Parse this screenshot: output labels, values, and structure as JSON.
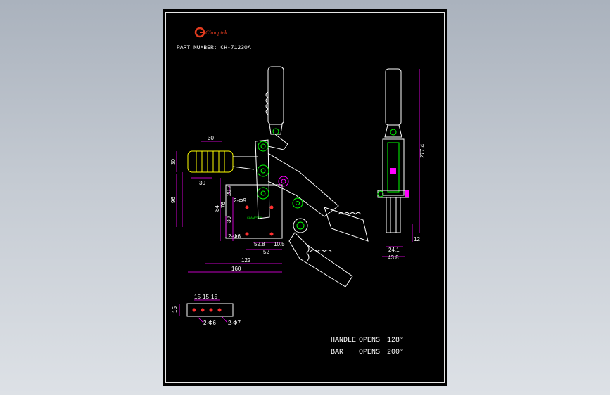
{
  "brand": {
    "name": "Clamptek",
    "color": "#e23b1e"
  },
  "title_block": {
    "part_number": "PART NUMBER: CH-71230A"
  },
  "dimensions": {
    "d30_top": "30",
    "d30_left": "30",
    "d30_lower": "30",
    "d96": "96",
    "d20_7": "20.7",
    "d2_phi9": "2-Φ9",
    "d84": "84",
    "d76": "76",
    "d30_mid": "30",
    "d2_phi6": "2-Φ6",
    "d52_8": "52.8",
    "d52": "52",
    "d10_5": "10.5",
    "d122": "122",
    "d160": "160",
    "d277_4": "277.4",
    "d12": "12",
    "d24_1": "24.1",
    "d43_8": "43.8",
    "d15a": "15",
    "d15b": "15",
    "d15c": "15",
    "d15_side": "15",
    "d2_phi6_b": "2-Φ6",
    "d2_phi7": "2-Φ7"
  },
  "notes": {
    "handle_label": "HANDLE",
    "handle_opens": "OPENS",
    "handle_angle": "128°",
    "bar_label": "BAR",
    "bar_opens": "OPENS",
    "bar_angle": "200°"
  },
  "colors": {
    "dimension": "#ff00ff",
    "outline": "#ffffff",
    "grip": "#ffff00",
    "part": "#00ff00",
    "hole": "#ff3030",
    "highlight": "#ff00ff"
  }
}
